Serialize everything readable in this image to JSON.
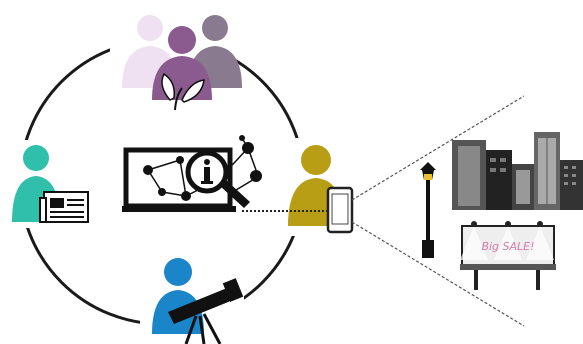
{
  "diagram": {
    "billboard_text": "Big SALE!",
    "colors": {
      "community_light": "#efe0f2",
      "community_mid": "#bba6c6",
      "community_dark": "#8b5a8f",
      "community_gray": "#8a7a8f",
      "reader": "#2fbfaa",
      "observer": "#1a85c8",
      "mobile_user": "#b89e14",
      "line": "#1a1a1a"
    },
    "nodes": [
      {
        "id": "community",
        "icon": "group-with-plant-icon"
      },
      {
        "id": "reader",
        "icon": "person-with-newspaper-icon"
      },
      {
        "id": "observer",
        "icon": "person-with-telescope-icon"
      },
      {
        "id": "mobile-user",
        "icon": "person-with-smartphone-icon"
      },
      {
        "id": "center",
        "icon": "laptop-network-info-magnifier-icon"
      }
    ],
    "scene": [
      "city-skyline-icon",
      "street-lamp-icon",
      "billboard-icon"
    ]
  }
}
